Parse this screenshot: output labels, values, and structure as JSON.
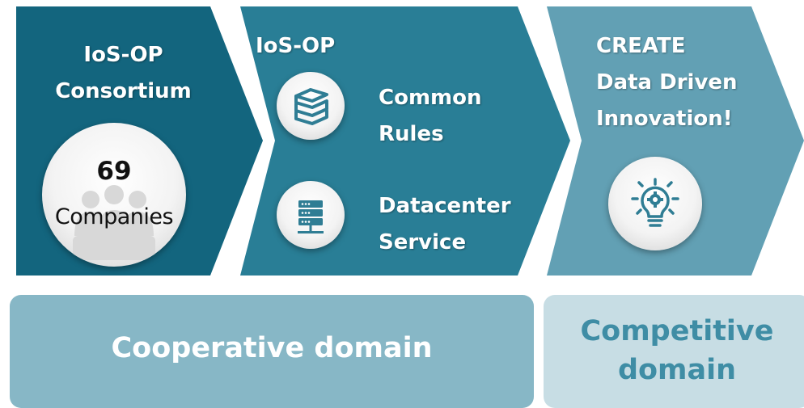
{
  "chevrons": {
    "consortium": {
      "title_line1": "IoS-OP",
      "title_line2": "Consortium",
      "count": "69",
      "count_label": "Companies"
    },
    "platform": {
      "title": "IoS-OP",
      "services": [
        {
          "icon": "books-icon",
          "label_line1": "Common",
          "label_line2": "Rules"
        },
        {
          "icon": "server-icon",
          "label_line1": "Datacenter",
          "label_line2": "Service"
        }
      ]
    },
    "innovation": {
      "title_line1": "CREATE",
      "title_line2": "Data Driven",
      "title_line3": "Innovation!",
      "icon": "lightbulb-gear-icon"
    }
  },
  "domains": {
    "cooperative": "Cooperative domain",
    "competitive_line1": "Competitive",
    "competitive_line2": "domain"
  },
  "colors": {
    "chevron1": "#13657e",
    "chevron2": "#297e96",
    "chevron3": "#62a0b4",
    "cooperative_bg": "#87b7c6",
    "competitive_bg": "#c7dde4",
    "competitive_text": "#3f8da5",
    "icon_stroke": "#2f7d94"
  }
}
